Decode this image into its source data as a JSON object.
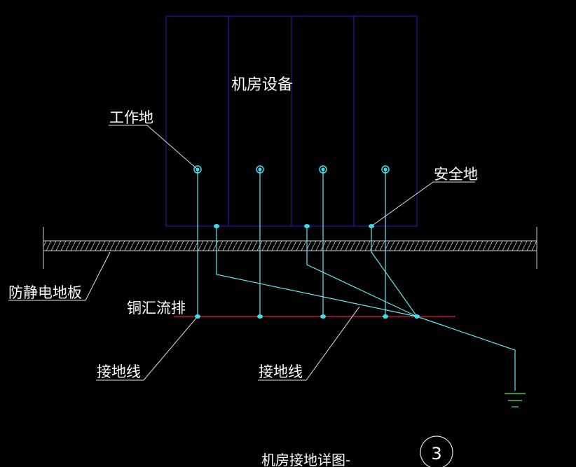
{
  "labels": {
    "equipment": "机房设备",
    "work_ground": "工作地",
    "safety_ground": "安全地",
    "antistatic_floor": "防静电地板",
    "copper_busbar": "铜汇流排",
    "ground_wire_left": "接地线",
    "ground_wire_right": "接地线",
    "title": "机房接地详图-",
    "detail_number": "3"
  },
  "colors": {
    "background": "#000000",
    "equipment_outline": "#1a1aa8",
    "wire": "#5fe8ee",
    "leader": "#e0e0e0",
    "busbar": "#e0202a",
    "node": "#38e0f0",
    "ground_symbol": "#3acd3a",
    "text": "#ffffff"
  },
  "icons": {
    "ground": "ground-symbol-icon",
    "detail_bubble": "detail-circle-icon"
  }
}
